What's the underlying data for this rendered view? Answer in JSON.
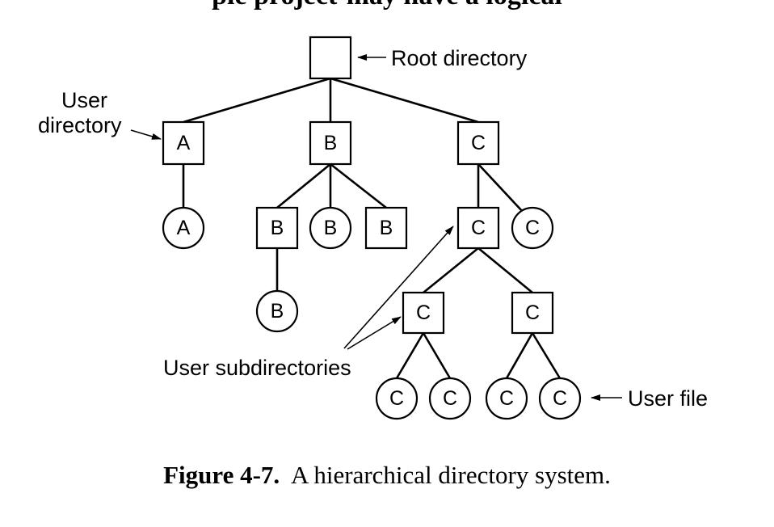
{
  "top_fragment": "ple project-may have a logical",
  "nodes": {
    "root": "",
    "A": "A",
    "B": "B",
    "C": "C",
    "A_file": "A",
    "B_sub": "B",
    "B_file1": "B",
    "B_dir2": "B",
    "B_sub_file": "B",
    "C_sub1": "C",
    "C_file1": "C",
    "C_sub1a": "C",
    "C_sub1b": "C",
    "C_f1": "C",
    "C_f2": "C",
    "C_f3": "C",
    "C_f4": "C"
  },
  "annotations": {
    "root_directory": "Root directory",
    "user_directory_line1": "User",
    "user_directory_line2": "directory",
    "user_subdirectories": "User subdirectories",
    "user_file": "User file"
  },
  "caption": {
    "label": "Figure 4-7.",
    "text": "A hierarchical directory system."
  }
}
